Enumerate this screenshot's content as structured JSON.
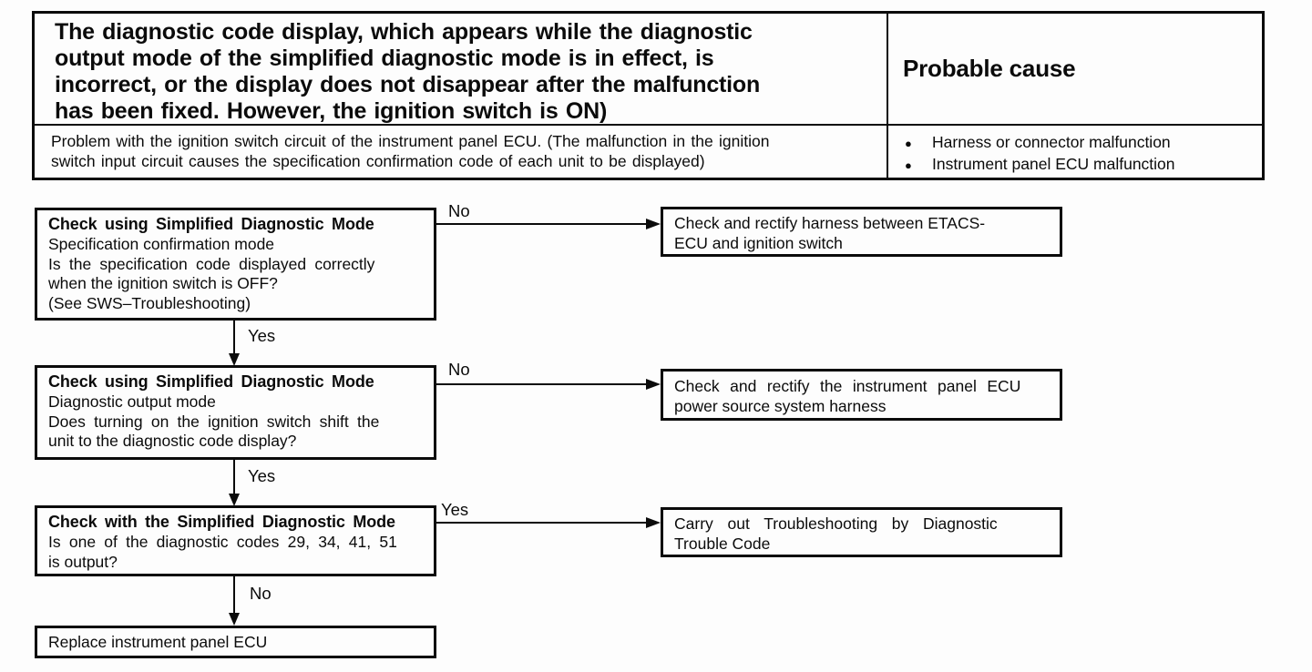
{
  "table": {
    "problem_lines": [
      "The diagnostic code display, which appears while the diagnostic",
      "output mode of the simplified diagnostic mode is in effect, is",
      "incorrect, or the display does not disappear after the malfunction",
      "has been fixed. However, the ignition switch is ON)"
    ],
    "probable_cause_header": "Probable cause",
    "detail_lines": [
      "Problem with the ignition switch circuit of the instrument panel ECU. (The malfunction in the ignition",
      "switch input circuit causes the specification confirmation code of each unit to be displayed)"
    ],
    "bullet": "●",
    "causes": [
      "Harness or connector malfunction",
      "Instrument panel ECU malfunction"
    ]
  },
  "flowchart": {
    "step1": {
      "title": "Check using Simplified Diagnostic Mode",
      "line1": "Specification confirmation mode",
      "line2": "Is the specification code displayed correctly",
      "line3": "when the ignition switch is OFF?",
      "line4": "(See SWS–Troubleshooting)"
    },
    "step2": {
      "title": "Check using Simplified Diagnostic Mode",
      "line1": "Diagnostic output mode",
      "line2": "Does turning on the ignition switch shift the",
      "line3": "unit to the diagnostic code display?"
    },
    "step3": {
      "title": "Check with the Simplified Diagnostic Mode",
      "line1": "Is one of the diagnostic codes 29, 34, 41, 51",
      "line2": "is output?"
    },
    "step4": {
      "text": "Replace instrument panel ECU"
    },
    "result1": {
      "line1": "Check and rectify harness between ETACS-",
      "line2": "ECU and ignition switch"
    },
    "result2": {
      "line1": "Check and rectify the instrument panel ECU",
      "line2": "power source system harness"
    },
    "result3": {
      "line1": "Carry out Troubleshooting by Diagnostic",
      "line2": "Trouble Code"
    },
    "labels": {
      "no1": "No",
      "yes1": "Yes",
      "no2": "No",
      "yes2": "Yes",
      "yes3": "Yes",
      "no3": "No"
    }
  },
  "colors": {
    "ink": "#0b0b0b",
    "paper": "#fdfdfd"
  }
}
